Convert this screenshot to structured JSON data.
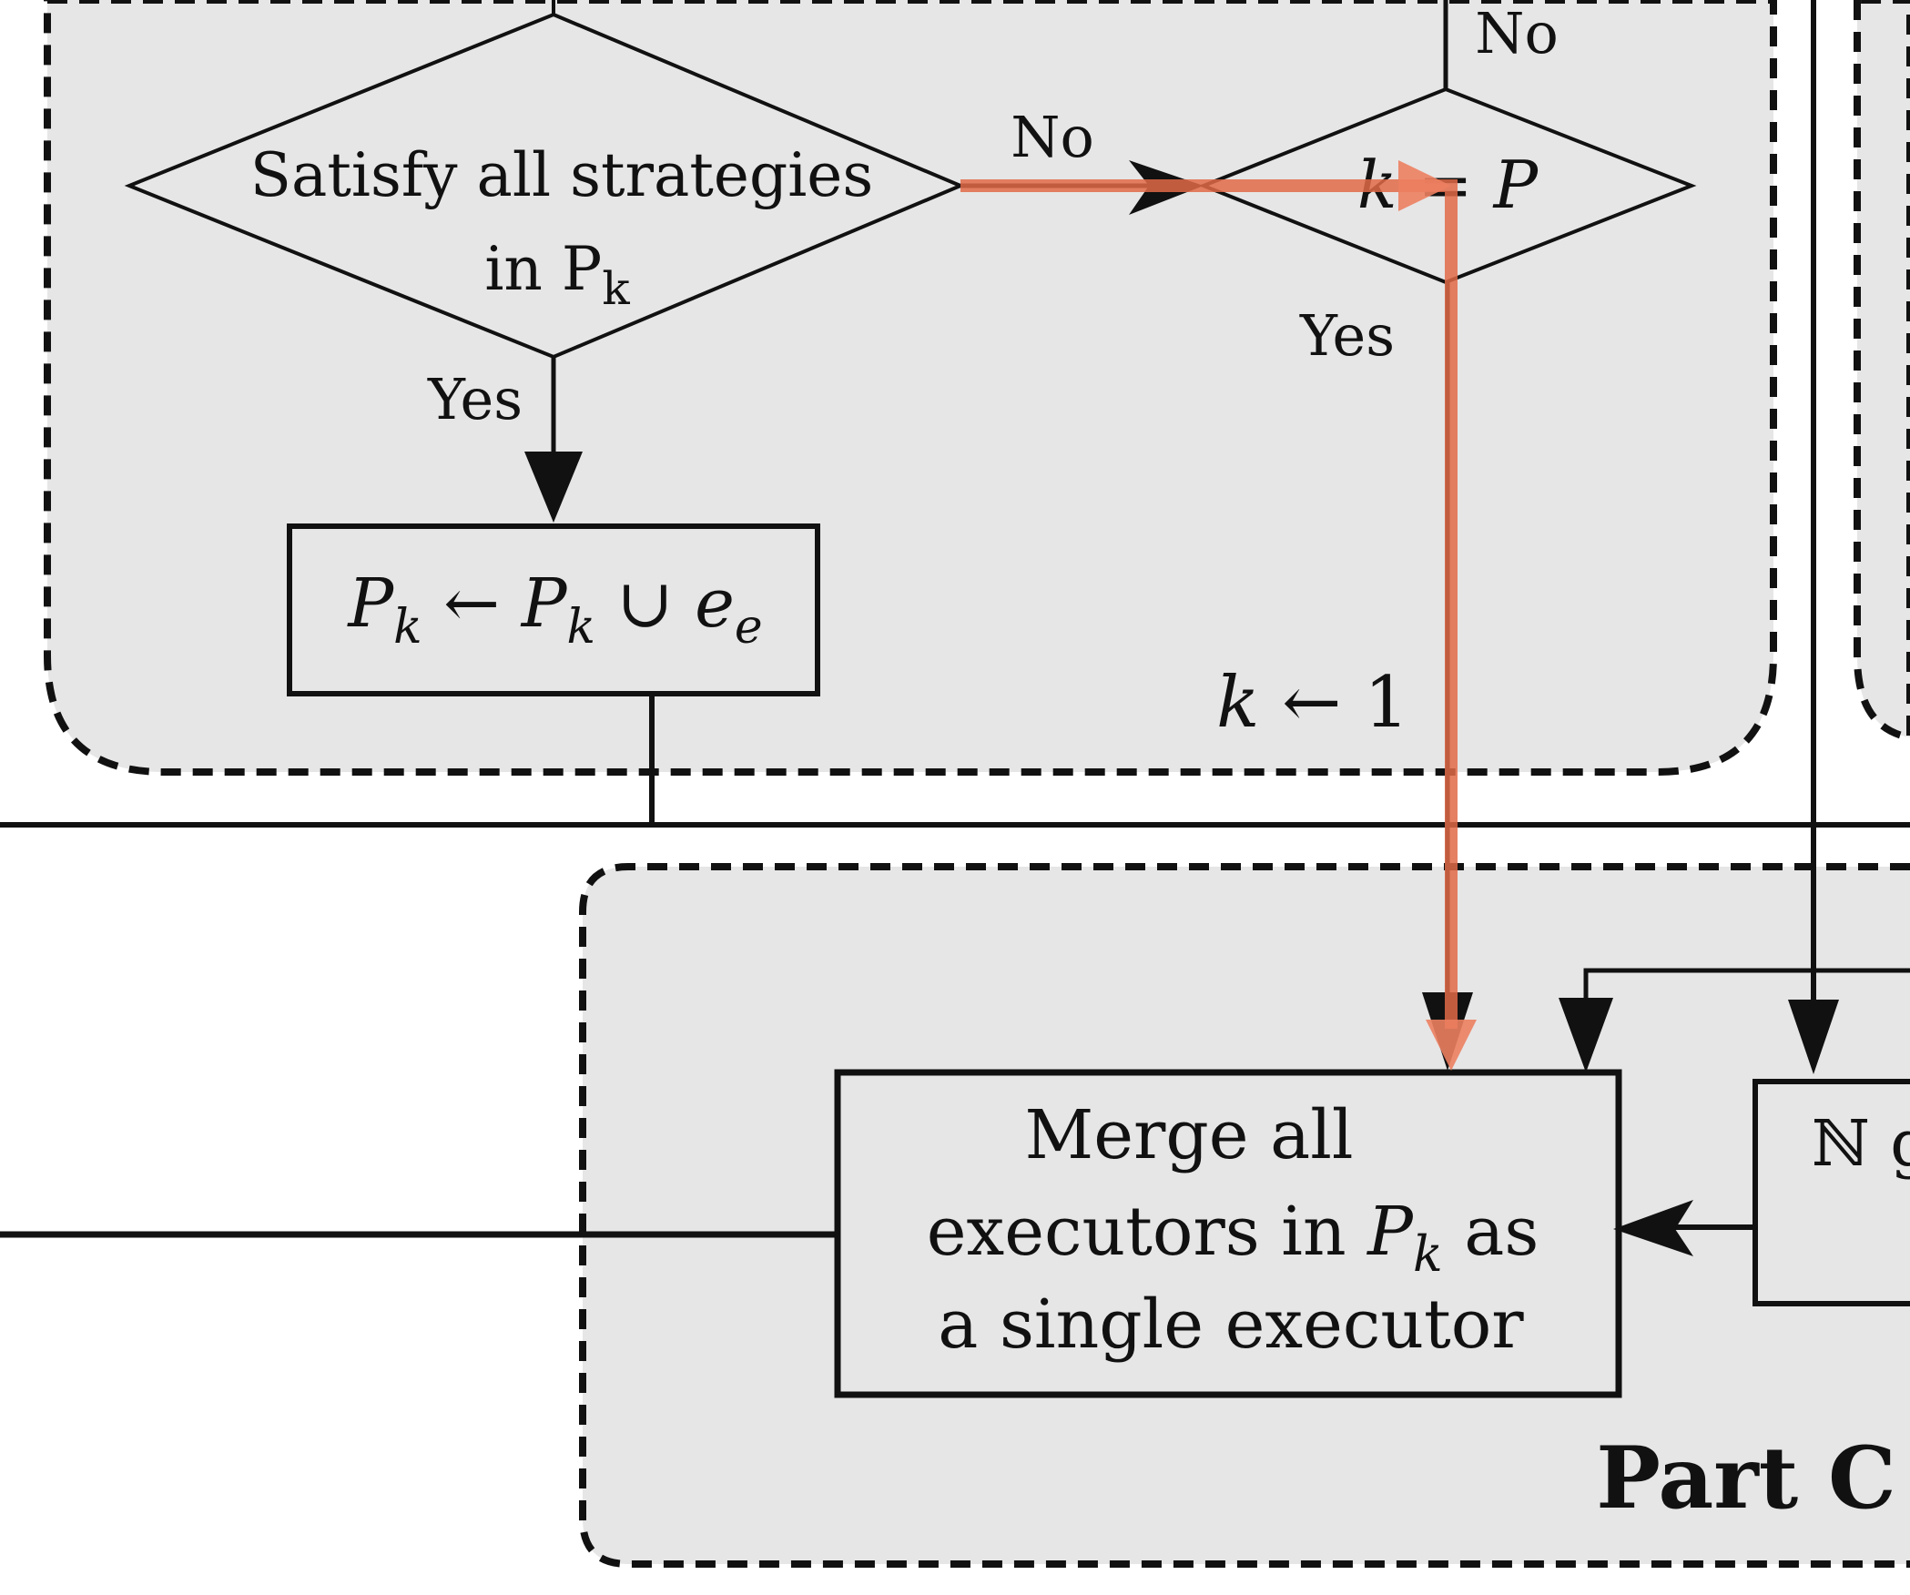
{
  "colors": {
    "region_fill": "#e6e6e6",
    "stroke": "#111111",
    "highlight": "#e06a48"
  },
  "decision_satisfy": {
    "line1": "Satisfy all strategies",
    "line2_prefix": "in P",
    "line2_sub": "k",
    "yes_label": "Yes",
    "no_label": "No"
  },
  "decision_k_equals_p": {
    "k": "k",
    "op": "=",
    "p": "P",
    "top_no_label": "No",
    "yes_label": "Yes"
  },
  "update_box": {
    "lhs": "P",
    "lhs_sub": "k",
    "arrow": "←",
    "rhs": "P",
    "rhs_sub": "k",
    "union": "∪",
    "e": "e",
    "e_sub": "e"
  },
  "k_reset": {
    "k": "k",
    "arrow": "← 1"
  },
  "merge_box": {
    "line1": "Merge all",
    "line2_prefix": "executors in ",
    "line2_p": "P",
    "line2_sub": "k",
    "line2_suffix": " as",
    "line3": "a single executor"
  },
  "partial_box": {
    "text": "ℕ g"
  },
  "part_label": "Part C"
}
